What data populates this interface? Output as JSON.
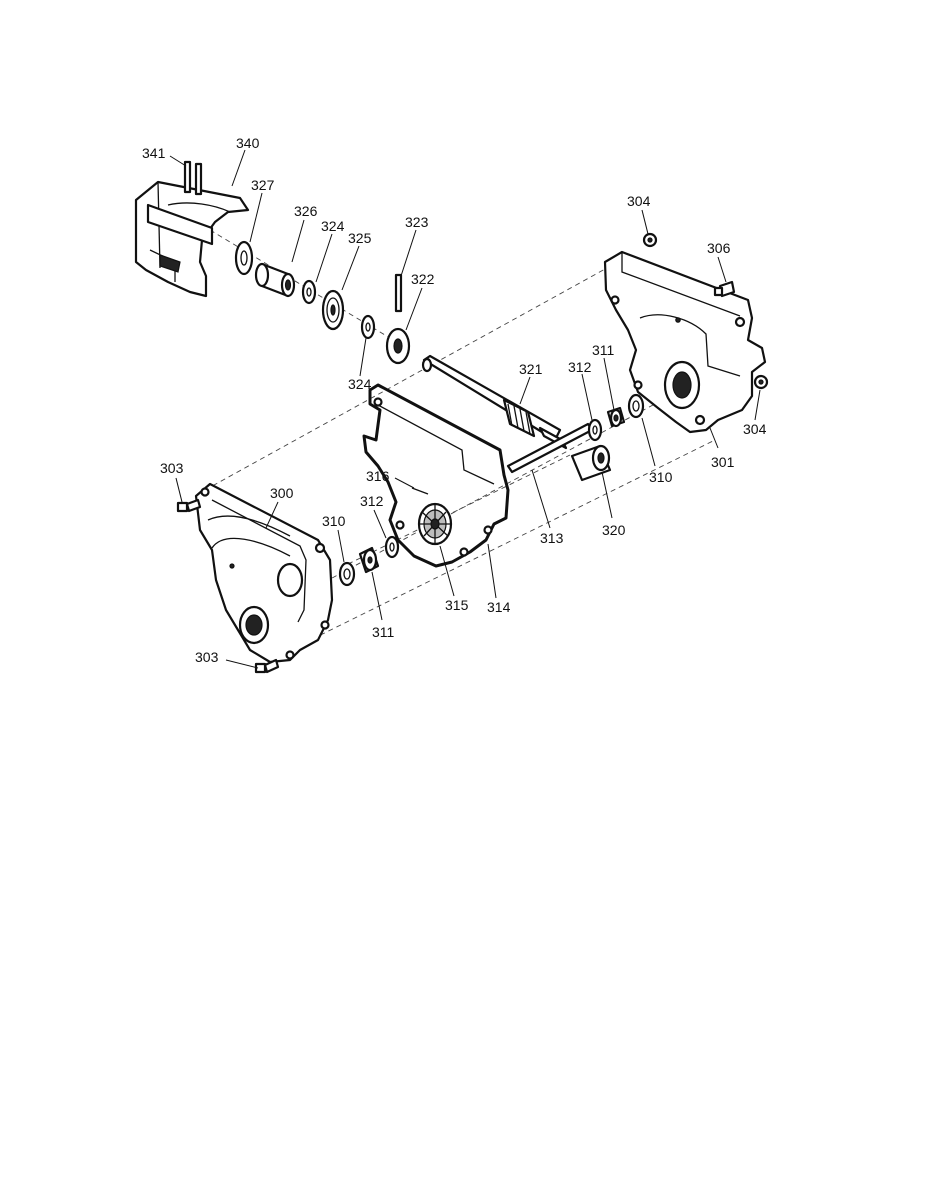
{
  "labels": {
    "l341": "341",
    "l340": "340",
    "l327": "327",
    "l326": "326",
    "l324a": "324",
    "l325": "325",
    "l323": "323",
    "l322": "322",
    "l324b": "324",
    "l304a": "304",
    "l306": "306",
    "l311a": "311",
    "l312a": "312",
    "l321": "321",
    "l304b": "304",
    "l301": "301",
    "l310a": "310",
    "l320": "320",
    "l313": "313",
    "l316": "316",
    "l303a": "303",
    "l300": "300",
    "l310b": "310",
    "l312b": "312",
    "l315": "315",
    "l314": "314",
    "l311b": "311",
    "l303b": "303"
  },
  "colors": {
    "ink": "#111111",
    "paper": "#ffffff"
  }
}
